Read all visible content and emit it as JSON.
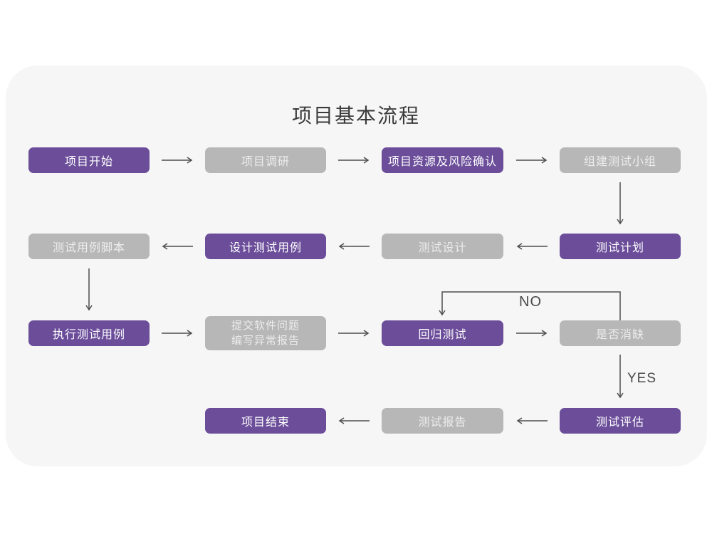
{
  "title": "项目基本流程",
  "colors": {
    "purple": "#6b4d9a",
    "gray": "#b7b7b7",
    "card_background": "#f6f6f6",
    "arrow": "#4f4f4f"
  },
  "nodes": {
    "project_start": "项目开始",
    "project_research": "项目调研",
    "resource_risk": "项目资源及风险确认",
    "build_team": "组建测试小组",
    "case_script": "测试用例脚本",
    "design_cases": "设计测试用例",
    "test_design": "测试设计",
    "test_plan": "测试计划",
    "execute_cases": "执行测试用例",
    "submit_report_line1": "提交软件问题",
    "submit_report_line2": "编写异常报告",
    "regression": "回归测试",
    "defect_resolved": "是否消缺",
    "project_end": "项目结束",
    "test_report": "测试报告",
    "test_evaluation": "测试评估"
  },
  "edge_labels": {
    "no": "NO",
    "yes": "YES"
  }
}
